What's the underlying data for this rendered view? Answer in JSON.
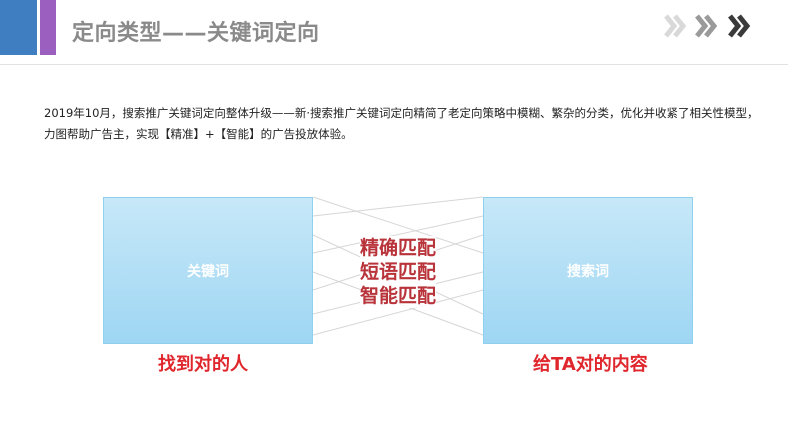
{
  "header": {
    "title": "定向类型——关键词定向"
  },
  "colors": {
    "accent_blue": "#3f7fc1",
    "accent_purple": "#9b5fc0",
    "box_fill": "#a9dbf5",
    "match_text": "#b8343a",
    "caption_text": "#e0262d"
  },
  "description": {
    "line1": "2019年10月，搜索推广关键词定向整体升级——新·搜索推广关键词定向精简了老定向策略中模糊、繁杂的分类，优化并收紧了相关性模型，",
    "line2": "力图帮助广告主，实现【精准】+【智能】的广告投放体验。"
  },
  "diagram": {
    "left_box_label": "关键词",
    "right_box_label": "搜索词",
    "match_types": [
      "精确匹配",
      "短语匹配",
      "智能匹配"
    ],
    "left_caption": "找到对的人",
    "right_caption": "给TA对的内容"
  },
  "icons": {
    "nav": "chevron-right-triple-icon"
  }
}
